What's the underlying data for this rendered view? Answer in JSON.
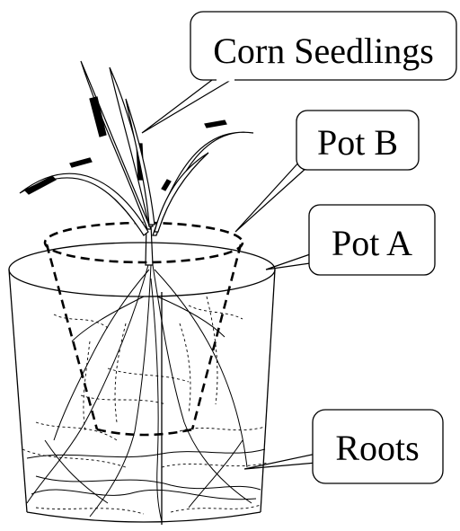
{
  "labels": {
    "seedlings": "Corn Seedlings",
    "pot_b": "Pot B",
    "pot_a": "Pot A",
    "roots": "Roots"
  },
  "colors": {
    "ink": "#000000",
    "background": "#ffffff"
  }
}
